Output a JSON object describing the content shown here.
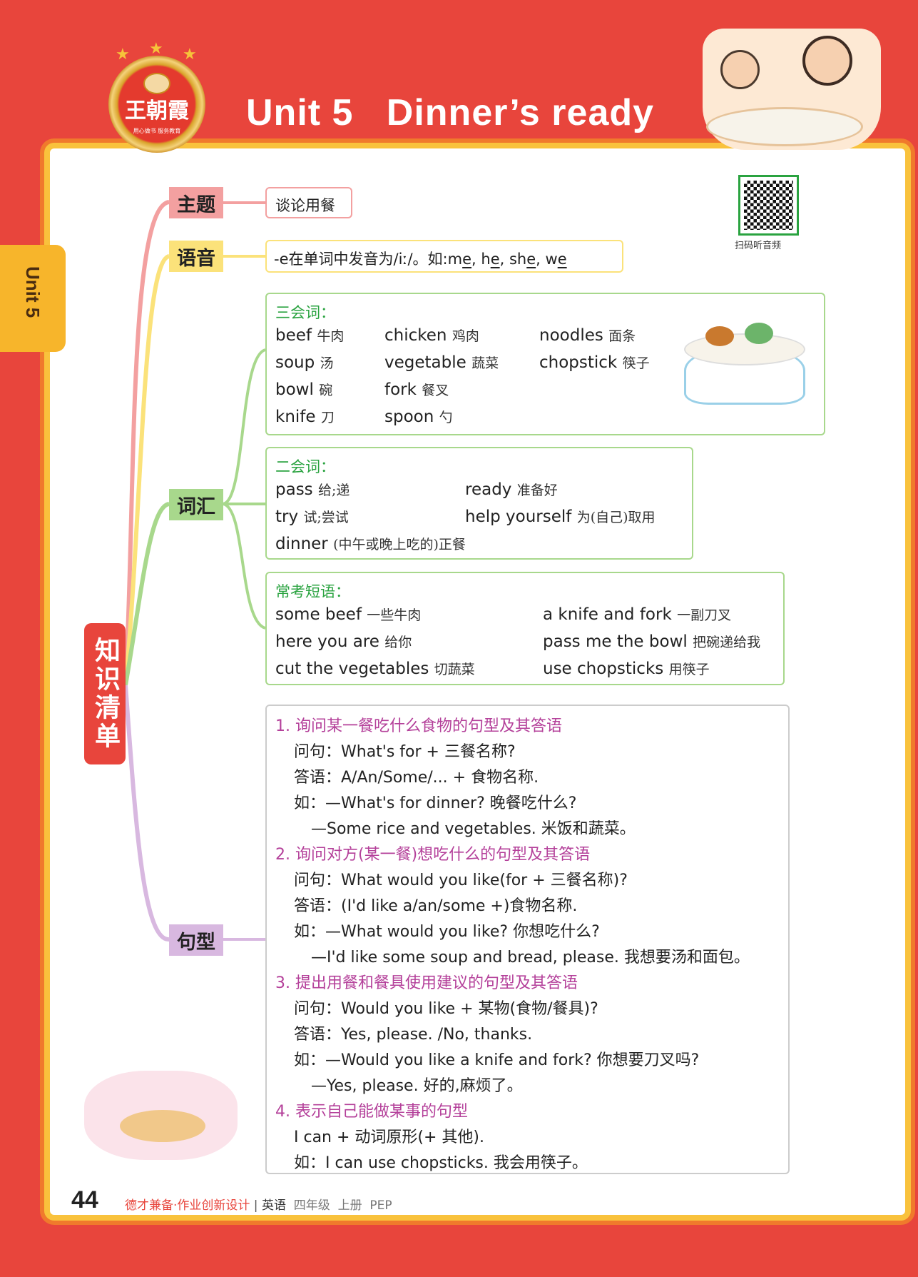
{
  "header": {
    "title": "Unit 5   Dinner’s ready",
    "logo_brand": "王朝霞",
    "logo_motto": "用心做书  服务教育"
  },
  "side_tab": "Unit 5",
  "center_label": "知识清单",
  "qr_label": "扫码听音频",
  "theme": {
    "label": "主题",
    "text": "谈论用餐"
  },
  "phonics": {
    "label": "语音",
    "text": "-e在单词中发音为/iː/。如:",
    "examples": [
      [
        "m",
        "e"
      ],
      [
        "h",
        "e"
      ],
      [
        "sh",
        "e"
      ],
      [
        "w",
        "e"
      ]
    ],
    "sep": ", "
  },
  "vocab": {
    "label": "词汇",
    "core": {
      "heading": "三会词：",
      "words": [
        [
          "beef",
          "牛肉"
        ],
        [
          "chicken",
          "鸡肉"
        ],
        [
          "noodles",
          "面条"
        ],
        [
          "soup",
          "汤"
        ],
        [
          "vegetable",
          "蔬菜"
        ],
        [
          "chopstick",
          "筷子"
        ],
        [
          "bowl",
          "碗"
        ],
        [
          "fork",
          "餐叉"
        ],
        [
          "knife",
          "刀"
        ],
        [
          "spoon",
          "勺"
        ]
      ]
    },
    "secondary": {
      "heading": "二会词：",
      "words": [
        [
          "pass",
          "给;递"
        ],
        [
          "ready",
          "准备好"
        ],
        [
          "try",
          "试;尝试"
        ],
        [
          "help yourself",
          "为(自己)取用"
        ],
        [
          "dinner",
          "(中午或晚上吃的)正餐"
        ]
      ]
    },
    "phrases": {
      "heading": "常考短语：",
      "items": [
        [
          "some beef",
          "一些牛肉"
        ],
        [
          "a knife and fork",
          "一副刀叉"
        ],
        [
          "here you are",
          "给你"
        ],
        [
          "pass me the bowl",
          "把碗递给我"
        ],
        [
          "cut the vegetables",
          "切蔬菜"
        ],
        [
          "use chopsticks",
          "用筷子"
        ]
      ]
    }
  },
  "sentences": {
    "label": "句型",
    "lines": [
      {
        "t": "h",
        "text": "1. 询问某一餐吃什么食物的句型及其答语"
      },
      {
        "t": "l",
        "i": 1,
        "text": "问句：What's for + 三餐名称?"
      },
      {
        "t": "l",
        "i": 1,
        "text": "答语：A/An/Some/... + 食物名称."
      },
      {
        "t": "l",
        "i": 1,
        "text": "如：—What's for dinner? 晚餐吃什么?"
      },
      {
        "t": "l",
        "i": 2,
        "text": "—Some rice and vegetables. 米饭和蔬菜。"
      },
      {
        "t": "h",
        "text": "2. 询问对方(某一餐)想吃什么的句型及其答语"
      },
      {
        "t": "l",
        "i": 1,
        "text": "问句：What would you like(for + 三餐名称)?"
      },
      {
        "t": "l",
        "i": 1,
        "text": "答语：(I'd like a/an/some +)食物名称."
      },
      {
        "t": "l",
        "i": 1,
        "text": "如：—What would you like? 你想吃什么?"
      },
      {
        "t": "l",
        "i": 2,
        "text": "—I'd like some soup and bread, please. 我想要汤和面包。"
      },
      {
        "t": "h",
        "text": "3. 提出用餐和餐具使用建议的句型及其答语"
      },
      {
        "t": "l",
        "i": 1,
        "text": "问句：Would you like + 某物(食物/餐具)?"
      },
      {
        "t": "l",
        "i": 1,
        "text": "答语：Yes, please. /No, thanks."
      },
      {
        "t": "l",
        "i": 1,
        "text": "如：—Would you like a knife and fork? 你想要刀叉吗?"
      },
      {
        "t": "l",
        "i": 2,
        "text": "—Yes, please. 好的,麻烦了。"
      },
      {
        "t": "h",
        "text": "4. 表示自己能做某事的句型"
      },
      {
        "t": "l",
        "i": 1,
        "text": "I can + 动词原形(+ 其他)."
      },
      {
        "t": "l",
        "i": 1,
        "text": "如：I can use chopsticks. 我会用筷子。"
      }
    ]
  },
  "footer": {
    "page": "44",
    "series": "德才兼备·作业创新设计",
    "subject": "英语",
    "grade": "四年级",
    "volume": "上册",
    "edition": "PEP"
  },
  "colors": {
    "red": "#e8453c",
    "pink": "#f3a0a0",
    "yellow": "#fbe27a",
    "green": "#a8d88c",
    "purple": "#d8b8e0",
    "heading_green": "#2aa340",
    "heading_purple": "#b4409a"
  }
}
